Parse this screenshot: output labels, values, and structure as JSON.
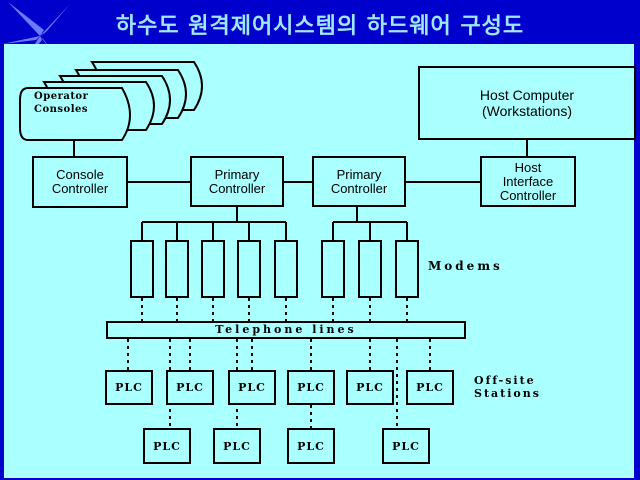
{
  "slide": {
    "title": "하수도 원격제어시스템의 하드웨어 구성도"
  },
  "diagram": {
    "operator_consoles": "Operator\nConsoles",
    "host_computer": "Host Computer\n(Workstations)",
    "console_controller": "Console\nController",
    "primary_controller_1": "Primary\nController",
    "primary_controller_2": "Primary\nController",
    "host_interface_controller": "Host\nInterface\nController",
    "modems_label": "Modems",
    "telephone_lines_label": "Telephone lines",
    "offsite_label": "Off-site\nStations",
    "plc_label": "PLC"
  },
  "colors": {
    "background": "#0000cc",
    "panel": "#aaffff",
    "title": "#9fe6ff"
  }
}
